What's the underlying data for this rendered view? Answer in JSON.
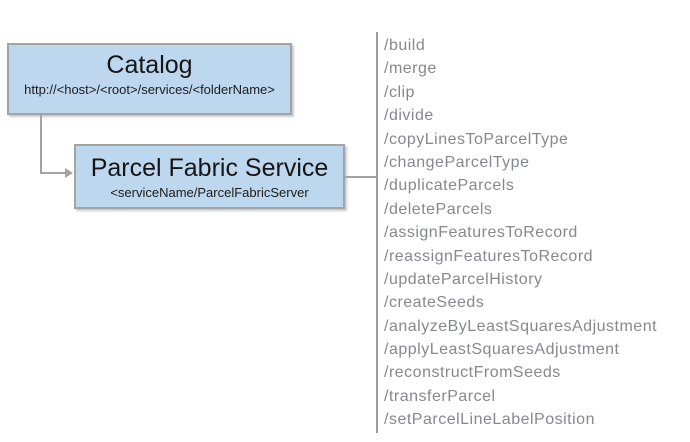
{
  "catalog_box": {
    "title": "Catalog",
    "subtitle": "http://<host>/<root>/services/<folderName>"
  },
  "service_box": {
    "title": "Parcel Fabric Service",
    "subtitle": "<serviceName/ParcelFabricServer"
  },
  "operations": [
    "/build",
    "/merge",
    "/clip",
    "/divide",
    "/copyLinesToParcelType",
    "/changeParcelType",
    "/duplicateParcels",
    "/deleteParcels",
    "/assignFeaturesToRecord",
    "/reassignFeaturesToRecord",
    "/updateParcelHistory",
    "/createSeeds",
    "/analyzeByLeastSquaresAdjustment",
    "/applyLeastSquaresAdjustment",
    "/reconstructFromSeeds",
    "/transferParcel",
    "/setParcelLineLabelPosition"
  ],
  "colors": {
    "box_fill": "#bdd7ee",
    "box_border": "#a3a3a3",
    "connector": "#a3a3a3",
    "divider": "#9d9da0",
    "list_text": "#87888c",
    "title_text": "#161616"
  }
}
